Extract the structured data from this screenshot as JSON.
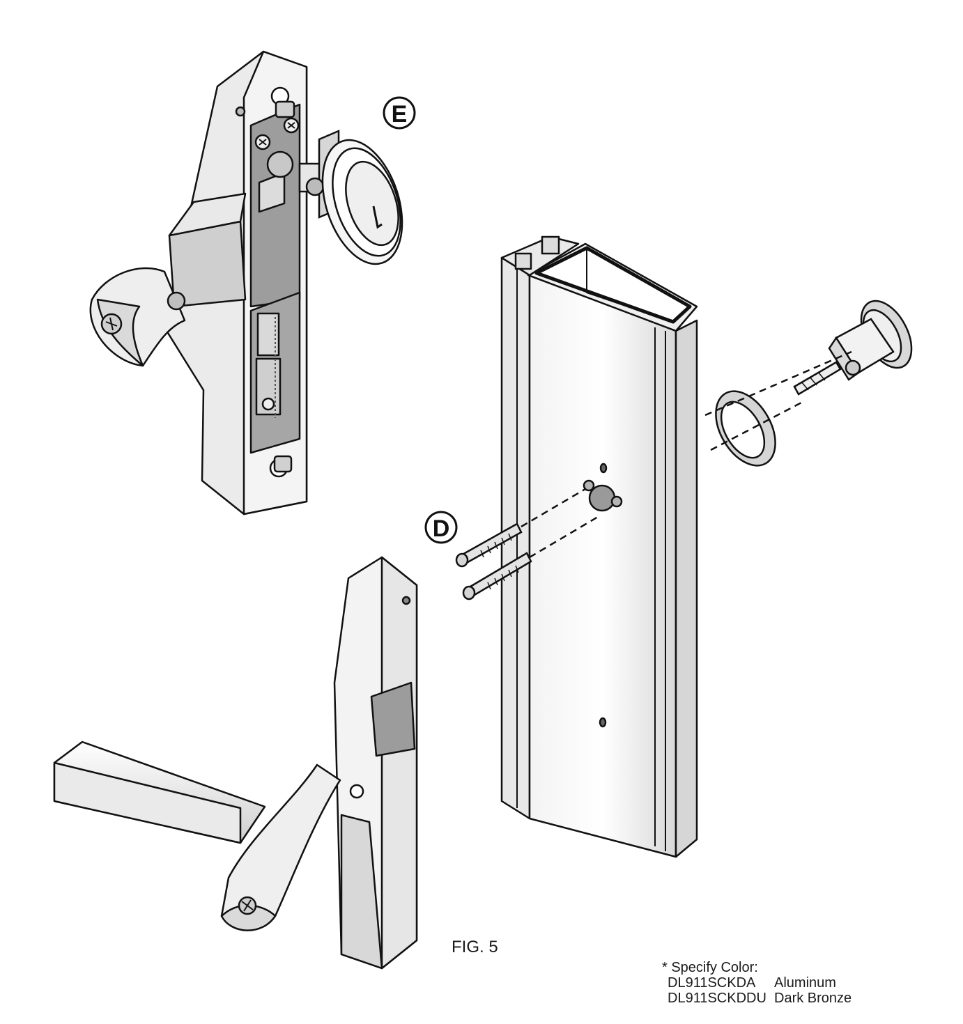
{
  "callouts": {
    "e": "E",
    "d": "D"
  },
  "caption": "FIG. 5",
  "spec": {
    "heading": "* Specify Color:",
    "rows": [
      {
        "code": "DL911SCKDA",
        "color": "Aluminum"
      },
      {
        "code": "DL911SCKDDU",
        "color": "Dark Bronze"
      }
    ]
  }
}
